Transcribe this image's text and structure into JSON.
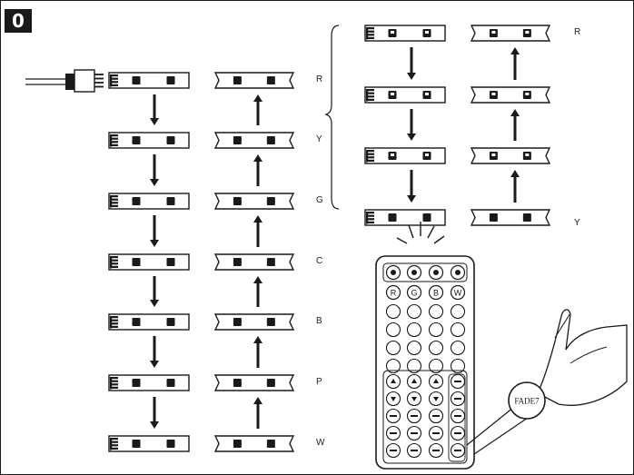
{
  "step_number": "0",
  "left_chain_labels": [
    "R",
    "Y",
    "G",
    "C",
    "B",
    "P",
    "W"
  ],
  "right_chain_labels": [
    "R",
    "Y"
  ],
  "remote": {
    "fade_button_label": "FADE7",
    "top_row_icons": [
      "brightness-up-icon",
      "brightness-down-icon",
      "play-pause-icon",
      "power-icon"
    ],
    "color_keys": [
      "R",
      "G",
      "B",
      "W"
    ]
  },
  "colors": {
    "ink": "#1a1a1a",
    "badge_bg": "#1a1a1a",
    "badge_text": "#ffffff"
  }
}
